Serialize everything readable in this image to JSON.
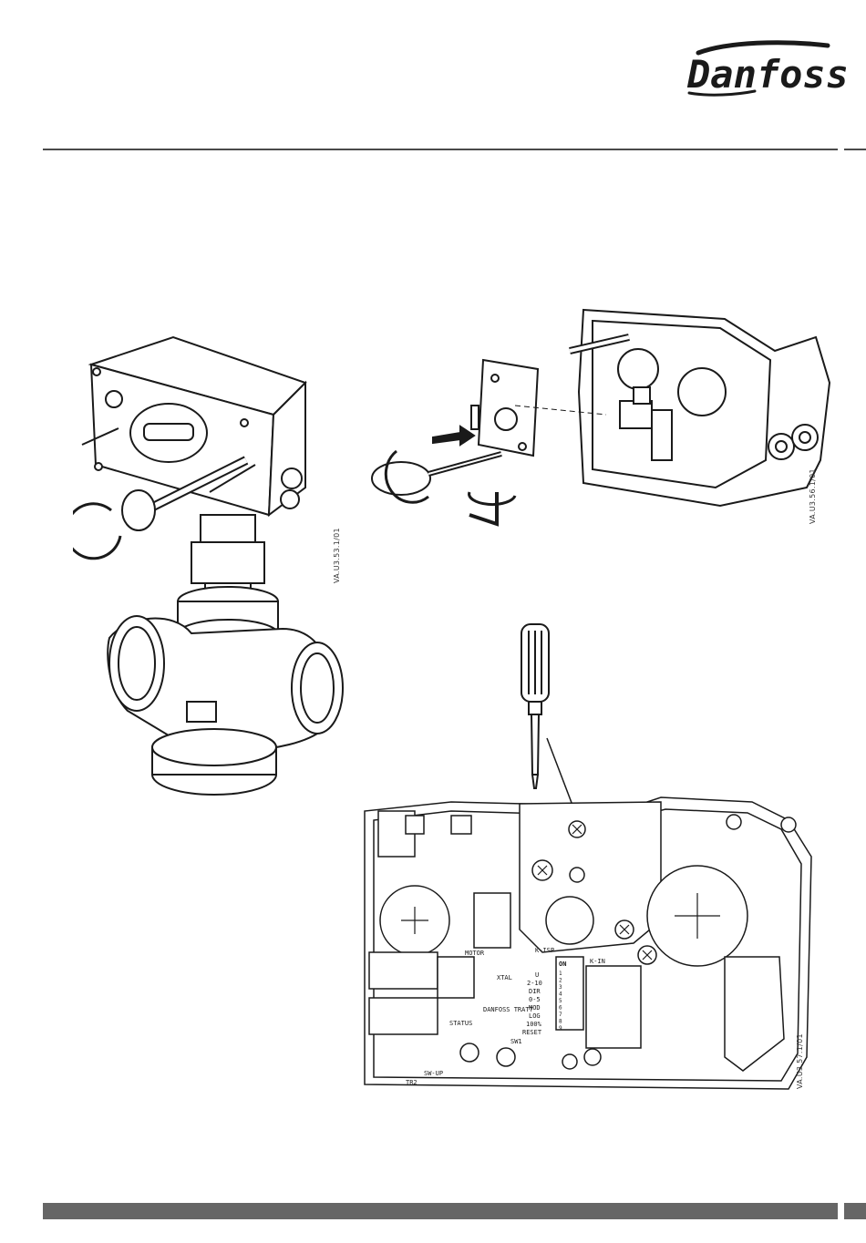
{
  "brand": {
    "logo_text": "Danfoss"
  },
  "figures": {
    "actuator_code": "VA.U3.53.1/01",
    "board_removal_code": "VA.U3.56.1/01",
    "pcb_code": "VA.U3.57.1/01"
  },
  "pcb_labels": {
    "dip_on": "ON",
    "dip_numbers": [
      "1",
      "2",
      "3",
      "4",
      "5",
      "6",
      "7",
      "8",
      "9"
    ],
    "settings": [
      "U",
      "2-10",
      "DIR",
      "0-5",
      "MOD",
      "LOG",
      "100%",
      "RESET"
    ],
    "k_isp": "K-ISP",
    "k_in": "K-IN",
    "sw1": "SW1",
    "status": "STATUS",
    "sw_up": "SW-UP",
    "motor": "MOTOR",
    "xtal": "XTAL",
    "danfoss_block": "DANFOSS TRATT",
    "tr2": "TR2"
  }
}
